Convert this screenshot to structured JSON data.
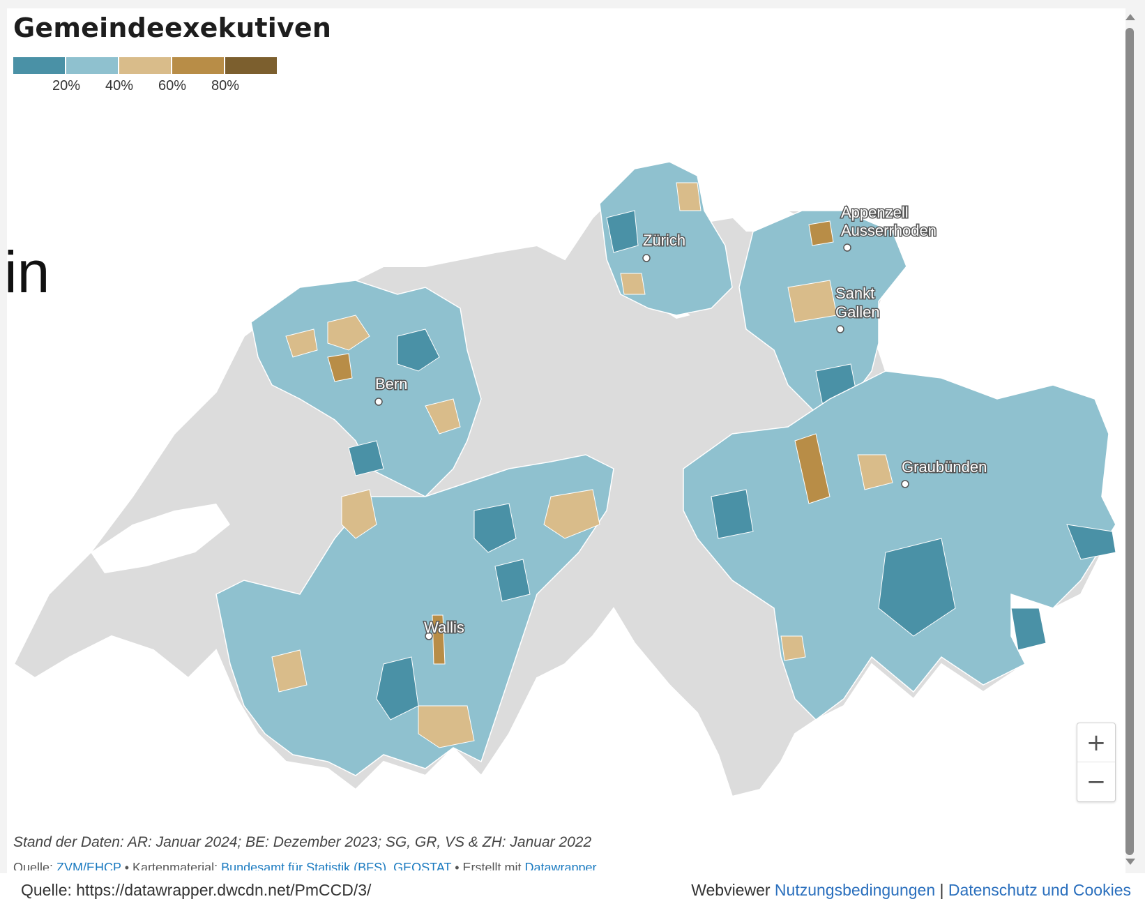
{
  "map": {
    "title": "Gemeindeexekutiven",
    "legend": {
      "colors": [
        "#4a91a6",
        "#8fc1cf",
        "#d9bc8a",
        "#b88d47",
        "#7c5f2e"
      ],
      "ticks": [
        "20%",
        "40%",
        "60%",
        "80%"
      ]
    },
    "overlay_text": "in",
    "labels": {
      "zurich": "Zürich",
      "appenzell_1": "Appenzell",
      "appenzell_2": "Ausserrhoden",
      "stgallen_1": "Sankt",
      "stgallen_2": "Gallen",
      "bern": "Bern",
      "graubuenden": "Graubünden",
      "wallis": "Wallis"
    },
    "zoom": {
      "in": "+",
      "out": "−"
    },
    "notes": "Stand der Daten: AR: Januar 2024; BE: Dezember 2023; SG, GR, VS & ZH: Januar 2022",
    "source": {
      "prefix": "Quelle: ",
      "source_link": "ZVM/EHCP",
      "sep1": " • Kartenmaterial: ",
      "map_link": "Bundesamt für Statistik (BFS), GEOSTAT",
      "sep2": " • Erstellt mit ",
      "tool_link": "Datawrapper"
    }
  },
  "footer": {
    "source": "Quelle: https://datawrapper.dwcdn.net/PmCCD/3/",
    "webviewer": "Webviewer",
    "terms": "Nutzungsbedingungen",
    "separator": "|",
    "privacy": "Datenschutz und Cookies"
  }
}
